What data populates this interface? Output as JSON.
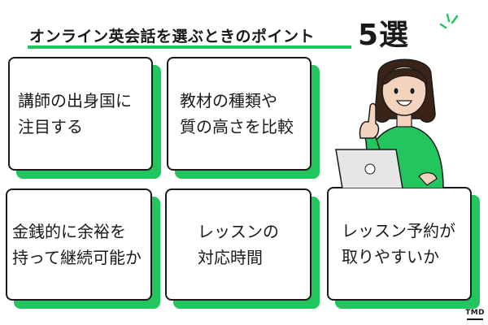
{
  "header": {
    "title": "オンライン英会話を選ぶときのポイント",
    "count": "5選"
  },
  "cards": [
    {
      "text": "講師の出身国に\n注目する"
    },
    {
      "text": "教材の種類や\n質の高さを比較"
    },
    {
      "text": "金銭的に余裕を\n持って継続可能か"
    },
    {
      "text": "レッスンの\n対応時間"
    },
    {
      "text": "レッスン予約が\n取りやすいか"
    }
  ],
  "logo": {
    "text": "TMD"
  },
  "colors": {
    "accent": "#22c55e",
    "ink": "#1a1a1a",
    "skin": "#f3d3bd",
    "hair": "#3a2418",
    "laptop": "#e6e6e6"
  },
  "icons": [
    "sparkle-icon",
    "laptop-icon"
  ]
}
